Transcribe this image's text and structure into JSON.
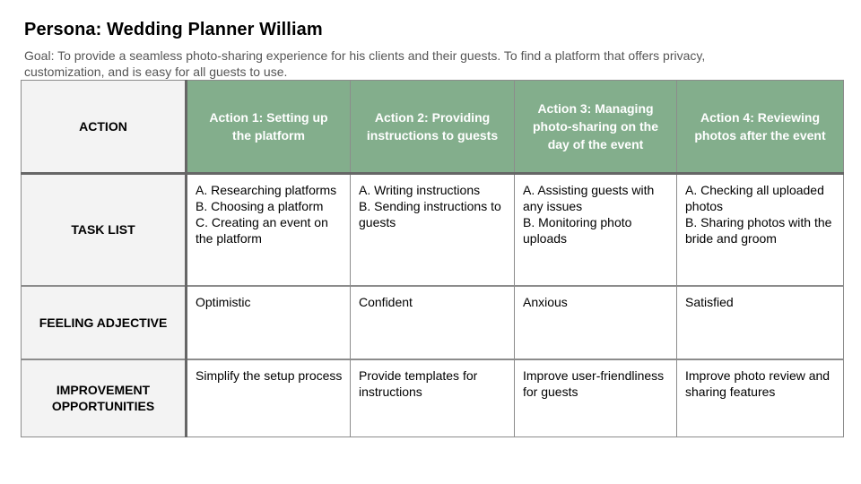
{
  "title": "Persona: Wedding Planner William",
  "goal": "Goal: To provide a seamless photo-sharing experience for his clients and their guests. To find a platform that offers privacy, customization, and is easy for all guests to use.",
  "colors": {
    "header_green": "#83ae8c",
    "label_bg": "#f3f3f3",
    "border": "#8c8c8c"
  },
  "table": {
    "corner_label": "ACTION",
    "columns": [
      "Action 1: Setting up the platform",
      "Action 2: Providing instructions to guests",
      "Action 3: Managing photo-sharing on the day of the event",
      "Action 4: Reviewing photos after the event"
    ],
    "rows": [
      {
        "label": "TASK LIST",
        "cells": [
          [
            "A. Researching platforms",
            "B. Choosing a platform",
            "C. Creating an event on the platform"
          ],
          [
            "A. Writing instructions",
            "B. Sending instructions to guests"
          ],
          [
            "A. Assisting guests with any issues",
            "B. Monitoring photo uploads"
          ],
          [
            "A. Checking all uploaded photos",
            "B. Sharing photos with the bride and groom"
          ]
        ]
      },
      {
        "label": "FEELING ADJECTIVE",
        "cells": [
          "Optimistic",
          "Confident",
          "Anxious",
          "Satisfied"
        ]
      },
      {
        "label": "IMPROVEMENT OPPORTUNITIES",
        "cells": [
          "Simplify the setup process",
          "Provide templates for instructions",
          "Improve user-friendliness for guests",
          "Improve photo review and sharing features"
        ]
      }
    ]
  }
}
